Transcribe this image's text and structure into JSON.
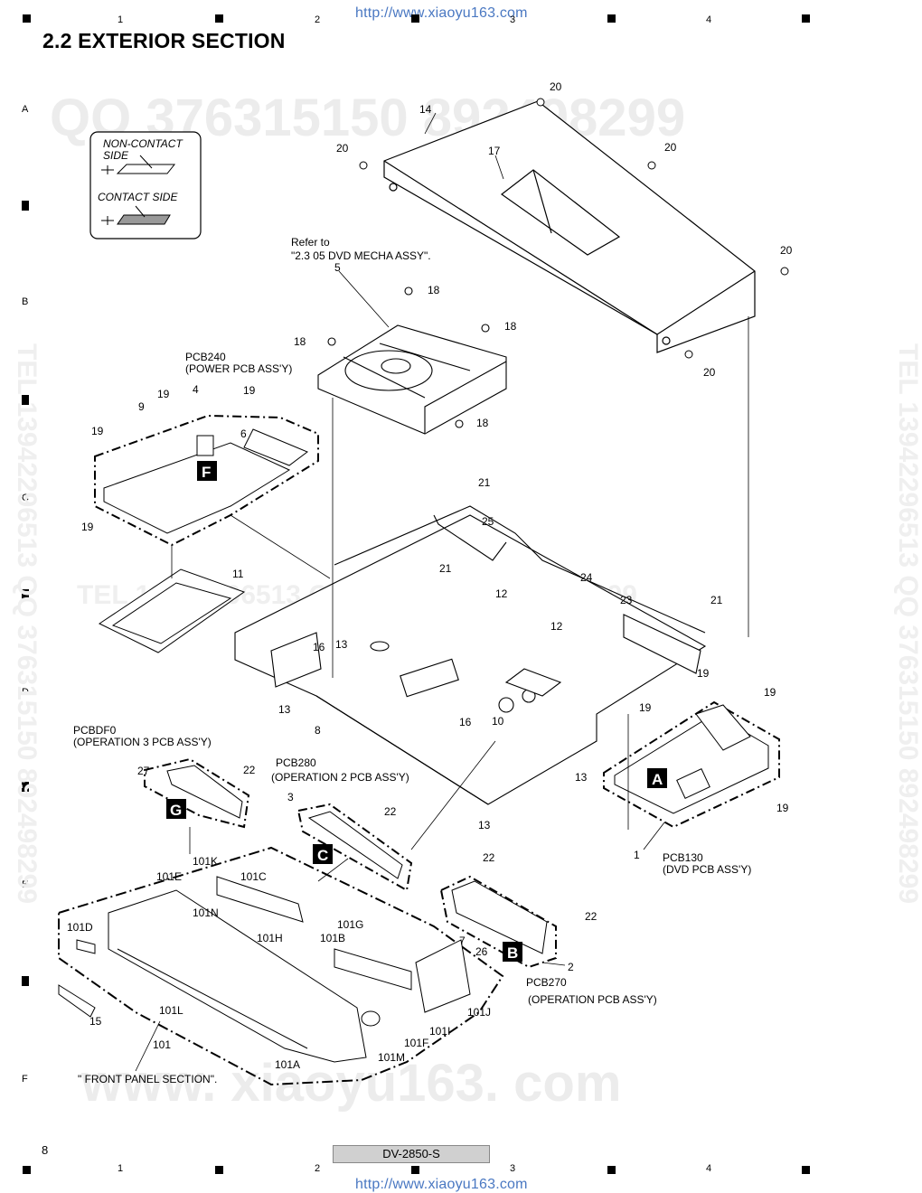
{
  "header": {
    "url_top": "http://www.xiaoyu163.com",
    "section_title": "2.2  EXTERIOR SECTION"
  },
  "grid": {
    "columns": [
      "1",
      "2",
      "3",
      "4"
    ],
    "rows": [
      "A",
      "B",
      "C",
      "D",
      "E",
      "F"
    ]
  },
  "legend": {
    "non_contact_line1": "NON-CONTACT",
    "non_contact_line2": "SIDE",
    "contact": "CONTACT SIDE"
  },
  "watermarks": {
    "qq": "QQ 376315150  892498299",
    "tel": "TEL 13942296513  QQ 376315150  892498299",
    "site": "www. xiaoyu163. com"
  },
  "notes": {
    "refer_line1": "Refer to",
    "refer_line2": "\"2.3 05 DVD MECHA ASSY\".",
    "pcb240_line1": "PCB240",
    "pcb240_line2": "(POWER PCB ASS'Y)",
    "pcbdf0_line1": "PCBDF0",
    "pcbdf0_line2": "(OPERATION 3 PCB ASS'Y)",
    "pcb280_line1": "PCB280",
    "pcb280_line2": "(OPERATION 2 PCB ASS'Y)",
    "pcb130_line1": "PCB130",
    "pcb130_line2": "(DVD PCB ASS'Y)",
    "pcb270_line1": "PCB270",
    "pcb270_line2": "(OPERATION PCB ASS'Y)",
    "front_panel": "\" FRONT PANEL SECTION\"."
  },
  "boards": {
    "A": "A",
    "B": "B",
    "C": "C",
    "F": "F",
    "G": "G"
  },
  "parts": {
    "p1": "1",
    "p2": "2",
    "p3": "3",
    "p4": "4",
    "p5": "5",
    "p6": "6",
    "p7": "7",
    "p8": "8",
    "p9": "9",
    "p10": "10",
    "p11": "11",
    "p12": "12",
    "p13": "13",
    "p14": "14",
    "p15": "15",
    "p16": "16",
    "p17": "17",
    "p18": "18",
    "p19": "19",
    "p20": "20",
    "p21": "21",
    "p22": "22",
    "p23": "23",
    "p24": "24",
    "p25": "25",
    "p26": "26",
    "p27": "27",
    "p101": "101",
    "p101A": "101A",
    "p101B": "101B",
    "p101C": "101C",
    "p101D": "101D",
    "p101E": "101E",
    "p101F": "101F",
    "p101G": "101G",
    "p101H": "101H",
    "p101I": "101I",
    "p101J": "101J",
    "p101K": "101K",
    "p101L": "101L",
    "p101M": "101M",
    "p101N": "101N"
  },
  "footer": {
    "page_number": "8",
    "model": "DV-2850-S",
    "url_bottom": "http://www.xiaoyu163.com"
  },
  "colors": {
    "url": "#4a78c2",
    "model_box": "#d0d0d0"
  }
}
